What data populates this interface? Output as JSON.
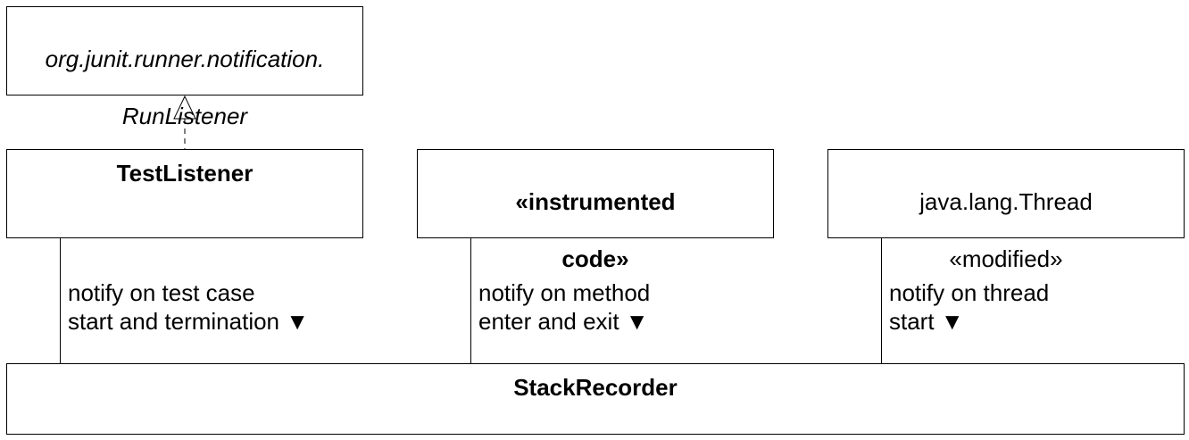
{
  "classes": {
    "run_listener": {
      "line1": "org.junit.runner.notification.",
      "line2": "RunListener"
    },
    "test_listener": {
      "name": "TestListener"
    },
    "instrumented_code": {
      "line1": "«instrumented",
      "line2": "code»"
    },
    "thread": {
      "line1": "java.lang.Thread",
      "line2": "«modified»"
    },
    "stack_recorder": {
      "name": "StackRecorder"
    }
  },
  "associations": {
    "test_listener": {
      "line1": "notify on test case",
      "line2": "start and termination",
      "arrow": "▼"
    },
    "instrumented_code": {
      "line1": "notify on method",
      "line2": "enter and exit",
      "arrow": "▼"
    },
    "thread": {
      "line1": "notify on thread",
      "line2": "start",
      "arrow": "▼"
    }
  }
}
